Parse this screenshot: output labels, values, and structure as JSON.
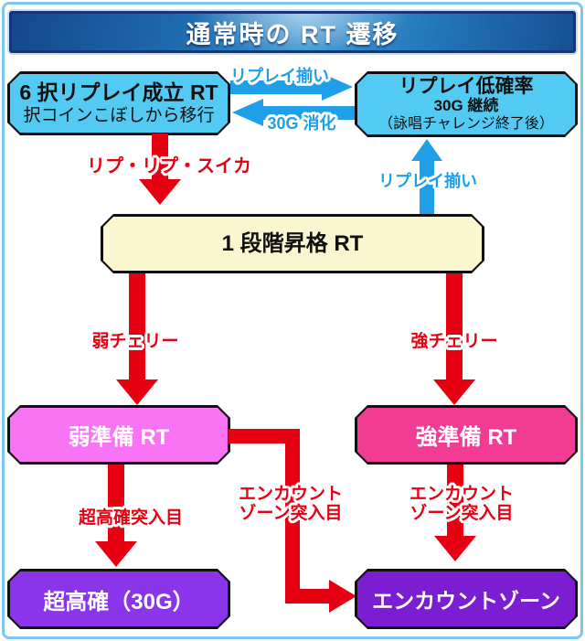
{
  "title": "通常時の RT 遷移",
  "boxes": {
    "six_choice_replay_rt": {
      "title": "6 択リプレイ成立 RT",
      "subtitle": "択コインこぼしから移行"
    },
    "replay_low_probability": {
      "title": "リプレイ低確率",
      "line2": "30G 継続",
      "line3": "（詠唱チャレンジ終了後）"
    },
    "one_step_promotion_rt": {
      "title": "1 段階昇格 RT"
    },
    "weak_ready_rt": {
      "title": "弱準備 RT"
    },
    "strong_ready_rt": {
      "title": "強準備 RT"
    },
    "super_high_probability": {
      "title": "超高確（30G）"
    },
    "encounter_zone": {
      "title": "エンカウントゾーン"
    }
  },
  "arrows": {
    "replay_align_right": {
      "label": "リプレイ揃い"
    },
    "g30_consumed_left": {
      "label": "30G 消化"
    },
    "rep_rep_suika_down": {
      "label": "リプ・リプ・スイカ"
    },
    "replay_align_up": {
      "label": "リプレイ揃い"
    },
    "weak_cherry_down": {
      "label": "弱チェリー"
    },
    "strong_cherry_down": {
      "label": "強チェリー"
    },
    "super_high_entry_down": {
      "label": "超高確突入目"
    },
    "encounter_entry_elbow": {
      "label_line1": "エンカウント",
      "label_line2": "ゾーン突入目"
    },
    "encounter_entry_down": {
      "label_line1": "エンカウント",
      "label_line2": "ゾーン突入目"
    }
  },
  "colors": {
    "frame_blue": "#7ec7f1",
    "header_navy_border": "#16337c",
    "header_blue": "#2e86c8",
    "box_cyan": "#53caf3",
    "box_cream": "#faf7d0",
    "box_pink_weak": "#f974f4",
    "box_pink_strong": "#f23c93",
    "box_purple_super": "#8b35eb",
    "box_purple_encounter": "#7b1ed2",
    "arrow_red": "#e50012",
    "arrow_blue": "#1e9fe8"
  }
}
